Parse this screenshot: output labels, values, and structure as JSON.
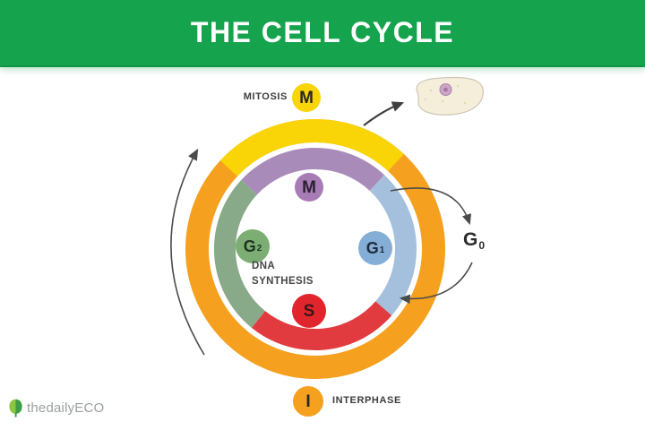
{
  "header": {
    "title": "THE CELL CYCLE"
  },
  "diagram": {
    "outer_ring": {
      "mitosis_badge": "M",
      "mitosis_label": "MITOSIS",
      "interphase_badge": "I",
      "interphase_label": "INTERPHASE"
    },
    "inner_ring": {
      "m_badge": "M",
      "g1_badge": {
        "base": "G",
        "sub": "1"
      },
      "g2_badge": {
        "base": "G",
        "sub": "2"
      },
      "s_badge": "S",
      "dna_label_line1": "DNA",
      "dna_label_line2": "SYNTHESIS"
    },
    "g0_label": {
      "base": "G",
      "sub": "0"
    }
  },
  "logo": {
    "text": "thedailyECO"
  },
  "icons": {
    "logo": "leaf-tree-icon",
    "top_right": "cell-illustration",
    "direction": "curved-arrow-icons"
  },
  "colors": {
    "banner_green": "#16A34D",
    "ring_orange": "#F5A01E",
    "ring_yellow": "#F9D406",
    "segment_purple": "#A98BBA",
    "segment_blue": "#A4C0DC",
    "segment_red": "#E23B3F",
    "segment_green": "#88AA89",
    "badge_yellow": "#F9D406",
    "badge_purple": "#A77CB5",
    "badge_blue": "#85AED6",
    "badge_green": "#7CAD73",
    "badge_red": "#E0262C",
    "badge_orange": "#F5A01E",
    "arrow_gray": "#4A4A4A",
    "cell_body": "#F4EEDA",
    "cell_nucleus": "#CDA6C6",
    "label_text": "#3C3C3C",
    "logo_gray": "#9AA09D"
  }
}
